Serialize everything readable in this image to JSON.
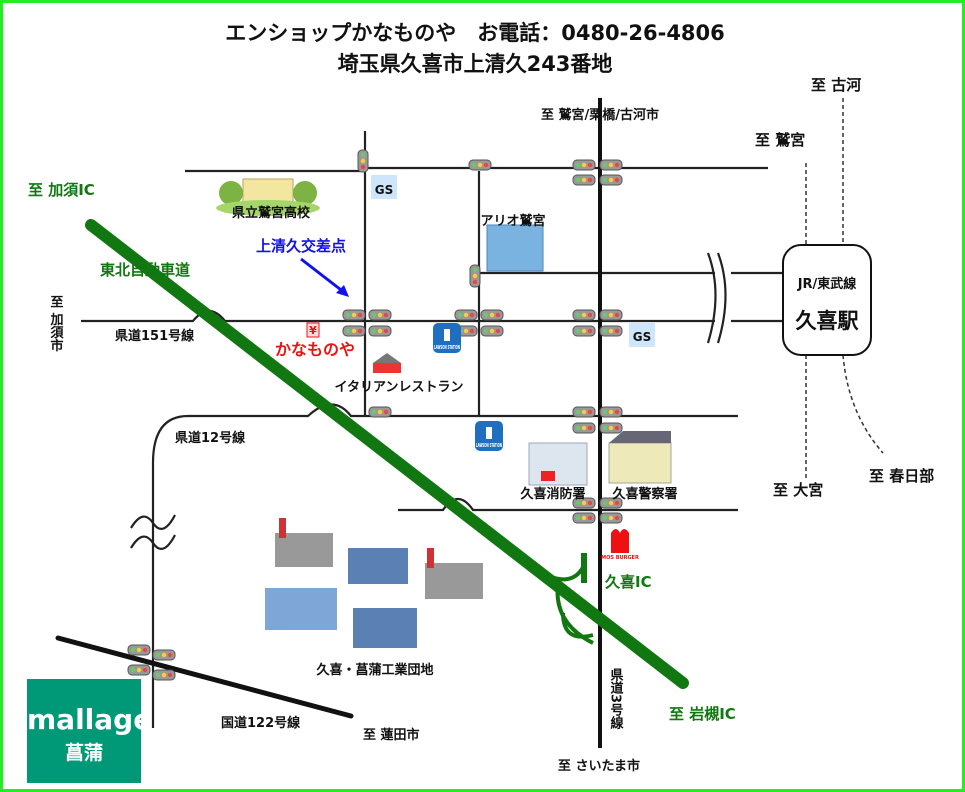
{
  "header": {
    "line1": "エンショップかなものや　お電話：0480-26-4806",
    "line2": "埼玉県久喜市上清久243番地"
  },
  "directions": {
    "koga": "至 古河",
    "washimiya": "至 鷲宮",
    "north_main": "至 鷲宮/栗橋/古河市",
    "kazo_ic": "至 加須IC",
    "kazo_city": "至 加須市",
    "omiya": "至 大宮",
    "kasukabe": "至 春日部",
    "hasuda": "至 蓮田市",
    "saitama": "至 さいたま市",
    "iwatsuki_ic": "至 岩槻IC"
  },
  "roads": {
    "tohoku_expressway": "東北自動車道",
    "route151": "県道151号線",
    "route12": "県道12号線",
    "route122": "国道122号線",
    "route3": "県道3号線"
  },
  "landmarks": {
    "school": "県立鷲宮高校",
    "ario": "アリオ鷲宮",
    "crossing": "上清久交差点",
    "shop": "かなものや",
    "shop_mark": "¥",
    "restaurant": "イタリアンレストラン",
    "fire_station": "久喜消防署",
    "police": "久喜警察署",
    "gs": "GS",
    "mos": "MOS BURGER",
    "kuki_ic": "久喜IC",
    "industrial_park": "久喜・菖蒲工業団地",
    "station_line": "JR/東武線",
    "station_name": "久喜駅",
    "lawson": "LAWSON STATION"
  },
  "logo": {
    "brand": "mallage",
    "city": "菖蒲"
  },
  "colors": {
    "expressway": "#117711",
    "crossing": "#1111ee",
    "shop": "#ee1111",
    "border": "#22ee22",
    "logo": "#009977"
  }
}
